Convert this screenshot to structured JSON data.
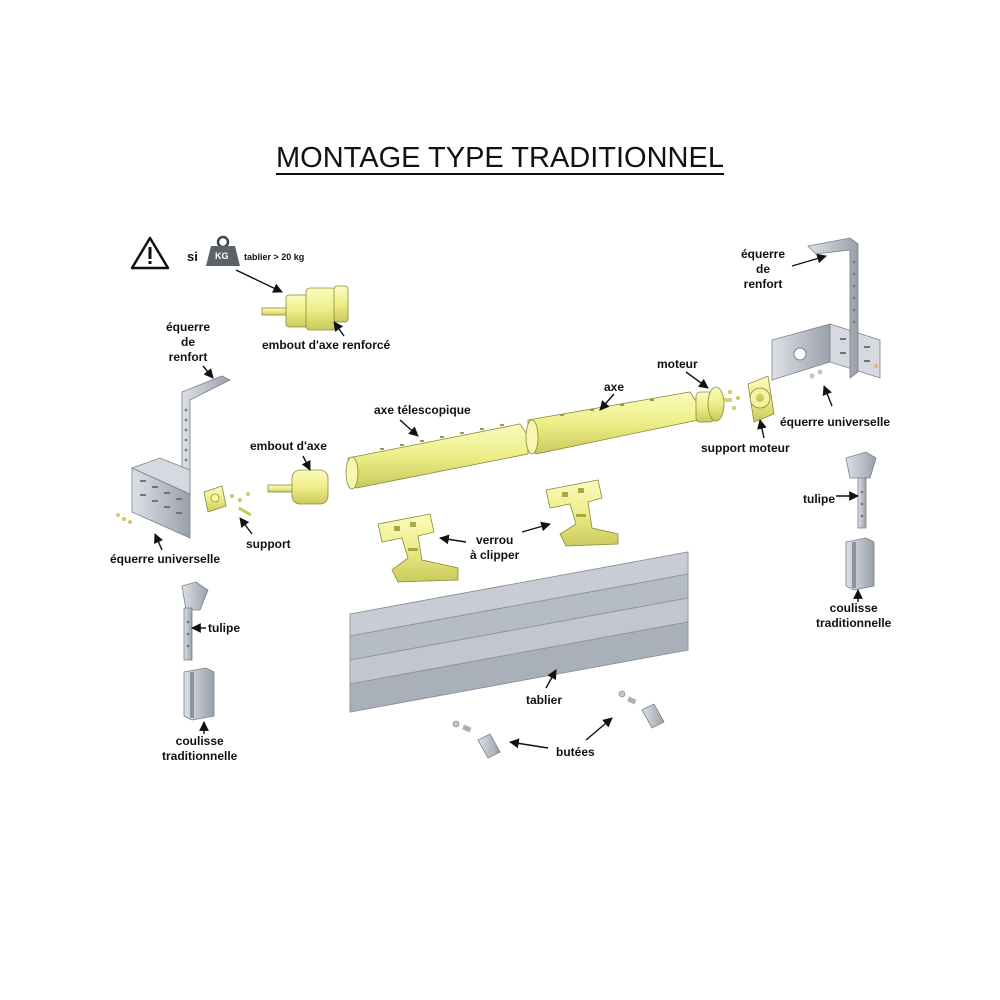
{
  "title": "MONTAGE TYPE TRADITIONNEL",
  "warning": {
    "si": "si",
    "kg": "KG",
    "condition": "tablier > 20 kg"
  },
  "labels": {
    "embout_renforce": "embout d'axe renforcé",
    "equerre_renfort_left": "équerre\nde\nrenfort",
    "equerre_renfort_right": "équerre\nde\nrenfort",
    "axe_telescopique": "axe télescopique",
    "axe": "axe",
    "moteur": "moteur",
    "embout_axe": "embout d'axe",
    "support_moteur": "support moteur",
    "equerre_universelle_right": "équerre universelle",
    "equerre_universelle_left": "équerre universelle",
    "support": "support",
    "verrou": "verrou\nà clipper",
    "tulipe_right": "tulipe",
    "tulipe_left": "tulipe",
    "coulisse_right": "coulisse\ntraditionnelle",
    "coulisse_left": "coulisse\ntraditionnelle",
    "tablier": "tablier",
    "butees": "butées"
  },
  "colors": {
    "part_yellow": "#efef8c",
    "part_outline": "#8a8a3c",
    "metal": "#c4c9d1",
    "metal_dark": "#8e949e",
    "slat": "#b8bec8"
  }
}
